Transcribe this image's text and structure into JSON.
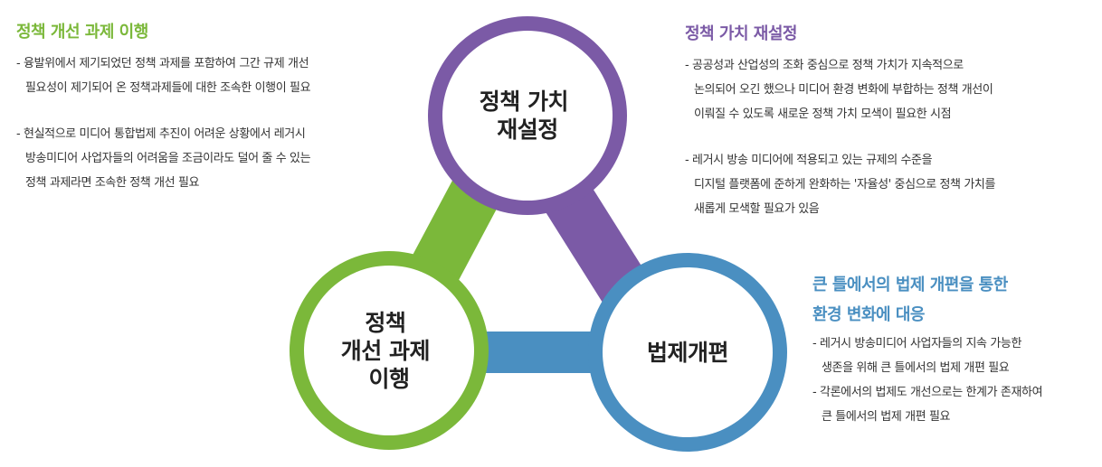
{
  "colors": {
    "green": "#7bb83a",
    "purple": "#7b5aa6",
    "blue": "#4a8fc1",
    "text": "#333333"
  },
  "diagram": {
    "top_circle": {
      "lines": [
        "정책 가치",
        "재설정"
      ]
    },
    "left_circle": {
      "lines": [
        "정책",
        "개선 과제",
        "이행"
      ]
    },
    "right_circle": {
      "lines": [
        "법제개편"
      ]
    }
  },
  "left_section": {
    "title": "정책 개선 과제 이행",
    "bullets": [
      {
        "lines": [
          "- 융발위에서 제기되었던 정책 과제를 포함하여 그간 규제 개선",
          "필요성이 제기되어 온 정책과제들에 대한 조속한 이행이 필요"
        ]
      },
      {
        "lines": [
          "- 현실적으로 미디어 통합법제 추진이 어려운 상황에서 레거시",
          "방송미디어 사업자들의 어려움을 조금이라도 덜어 줄 수 있는",
          "정책 과제라면 조속한 정책 개선 필요"
        ]
      }
    ]
  },
  "top_right_section": {
    "title": "정책 가치 재설정",
    "bullets": [
      {
        "lines": [
          "- 공공성과 산업성의 조화 중심으로 정책 가치가 지속적으로",
          "논의되어 오긴 했으나 미디어 환경 변화에 부합하는 정책 개선이",
          "이뤄질 수 있도록 새로운 정책 가치 모색이 필요한 시점"
        ]
      },
      {
        "lines": [
          "- 레거시 방송 미디어에 적용되고 있는 규제의 수준을",
          "디지털 플랫폼에 준하게 완화하는 '자율성' 중심으로 정책 가치를",
          "새롭게 모색할 필요가 있음"
        ]
      }
    ]
  },
  "bottom_right_section": {
    "title_lines": [
      "큰 틀에서의 법제 개편을 통한",
      "환경 변화에 대응"
    ],
    "bullets": [
      {
        "lines": [
          "- 레거시 방송미디어 사업자들의 지속 가능한",
          "생존을 위해 큰 틀에서의 법제 개편 필요"
        ]
      },
      {
        "lines": [
          "- 각론에서의 법제도 개선으로는 한계가 존재하여",
          "큰 틀에서의 법제 개편 필요"
        ]
      }
    ]
  }
}
